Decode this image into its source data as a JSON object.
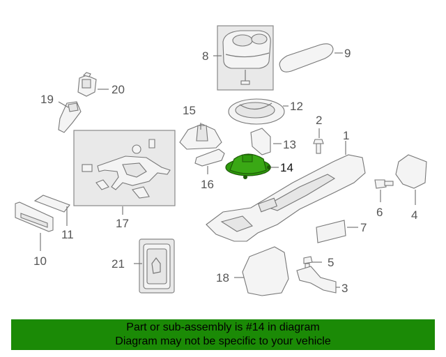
{
  "callouts": {
    "c1": "1",
    "c2": "2",
    "c3": "3",
    "c4": "4",
    "c5": "5",
    "c6": "6",
    "c7": "7",
    "c8": "8",
    "c9": "9",
    "c10": "10",
    "c11": "11",
    "c12": "12",
    "c13": "13",
    "c14": "14",
    "c15": "15",
    "c16": "16",
    "c17": "17",
    "c18": "18",
    "c19": "19",
    "c20": "20",
    "c21": "21"
  },
  "highlighted_part": "14",
  "colors": {
    "highlight": "#2e9a0c",
    "banner": "#1b8a06"
  },
  "banner": {
    "line1": "Part or sub-assembly is #14 in diagram",
    "line2": "Diagram may not be specific to your vehicle"
  }
}
